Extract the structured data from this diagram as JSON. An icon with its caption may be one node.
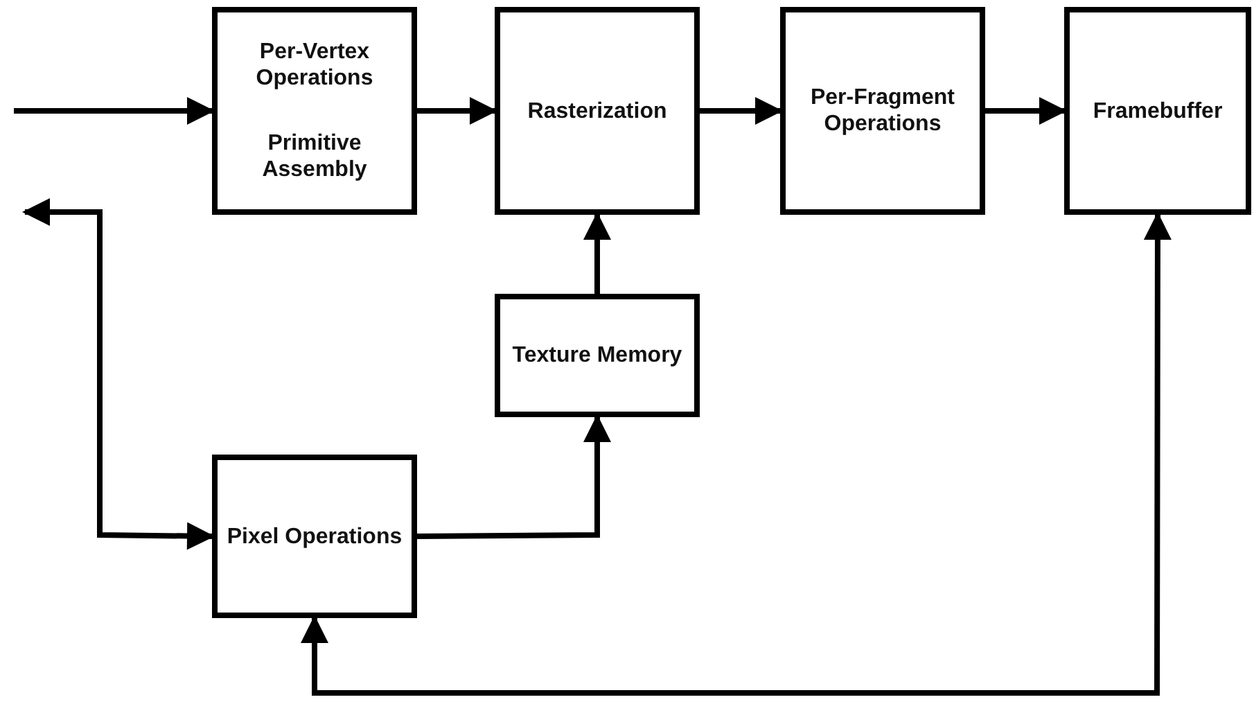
{
  "diagram": {
    "nodes": [
      {
        "text": [
          "Per-Vertex Operations",
          "Primitive Assembly"
        ]
      },
      {
        "text": [
          "Rasterization"
        ]
      },
      {
        "text": [
          "Per-Fragment Operations"
        ]
      },
      {
        "text": [
          "Framebuffer"
        ]
      },
      {
        "text": [
          "Texture Memory"
        ]
      },
      {
        "text": [
          "Pixel Operations"
        ]
      }
    ],
    "edges": [
      {
        "from": null,
        "to": 0,
        "arrow": "to"
      },
      {
        "from": 0,
        "to": 1,
        "arrow": "to"
      },
      {
        "from": 1,
        "to": 2,
        "arrow": "to"
      },
      {
        "from": 2,
        "to": 3,
        "arrow": "to"
      },
      {
        "from": 4,
        "to": 1,
        "arrow": "to"
      },
      {
        "from": 5,
        "to": 4,
        "arrow": "to"
      },
      {
        "from": null,
        "to": 5,
        "arrow": "both"
      },
      {
        "from": 3,
        "to": 5,
        "arrow": "both"
      }
    ]
  }
}
